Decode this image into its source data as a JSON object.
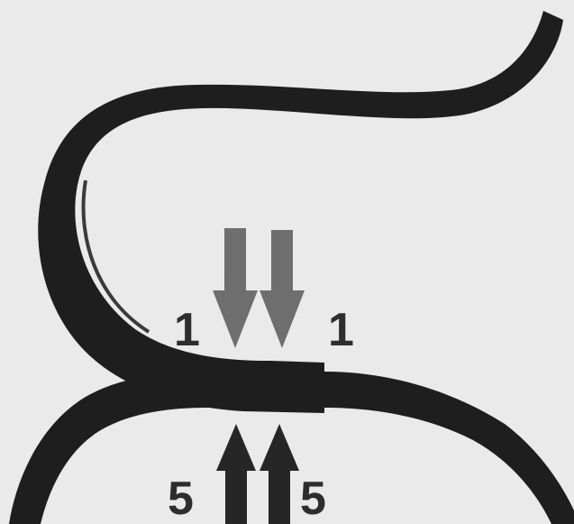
{
  "labels": {
    "top_left": "1",
    "top_right": "1",
    "bottom_left": "5",
    "bottom_right": "5"
  },
  "colors": {
    "background": "#ececec",
    "shank": "#1e1e1e",
    "arrow_down": "#6e6e6e",
    "arrow_up": "#262626",
    "label": "#2d2d2d"
  }
}
